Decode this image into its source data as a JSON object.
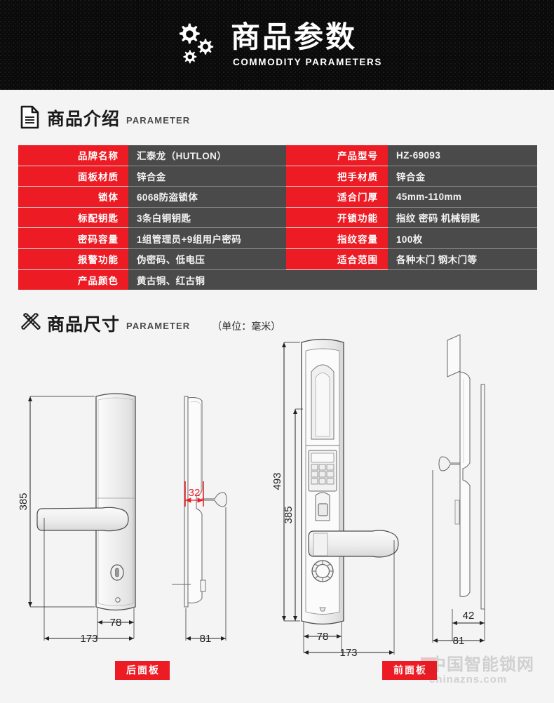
{
  "banner": {
    "title": "商品参数",
    "subtitle": "COMMODITY PARAMETERS",
    "icon": "gears-icon",
    "bg_color": "#0a0a0a",
    "text_color": "#ffffff"
  },
  "intro_section": {
    "icon": "document-icon",
    "title": "商品介绍",
    "subtitle": "PARAMETER"
  },
  "spec_table": {
    "label_color": "#ec1b24",
    "value_color": "#4a4a4a",
    "rows": [
      {
        "label_left": "品牌名称",
        "value_left": "汇泰龙（HUTLON）",
        "label_right": "产品型号",
        "value_right": "HZ-69093"
      },
      {
        "label_left": "面板材质",
        "value_left": "锌合金",
        "label_right": "把手材质",
        "value_right": "锌合金"
      },
      {
        "label_left": "锁体",
        "value_left": "6068防盗锁体",
        "label_right": "适合门厚",
        "value_right": "45mm-110mm"
      },
      {
        "label_left": "标配钥匙",
        "value_left": "3条白铜钥匙",
        "label_right": "开锁功能",
        "value_right": "指纹 密码 机械钥匙"
      },
      {
        "label_left": "密码容量",
        "value_left": "1组管理员+9组用户密码",
        "label_right": "指纹容量",
        "value_right": "100枚"
      },
      {
        "label_left": "报警功能",
        "value_left": "伪密码、低电压",
        "label_right": "适合范围",
        "value_right": "各种木门 钢木门等"
      },
      {
        "label_left": "产品颜色",
        "value_left": "黄古铜、红古铜",
        "label_right": "",
        "value_right": ""
      }
    ]
  },
  "size_section": {
    "icon": "ruler-pencil-icon",
    "title": "商品尺寸",
    "subtitle": "PARAMETER",
    "unit_note": "（单位：毫米）"
  },
  "dimensions": {
    "back_panel": {
      "height": "385",
      "panel_width": "78",
      "total_width": "173",
      "badge": "后面板"
    },
    "back_side_view": {
      "handle_depth": "32",
      "depth": "81",
      "highlight_color": "#ee1c25"
    },
    "front_panel": {
      "overall_height": "493",
      "body_height": "385",
      "panel_width": "78",
      "total_width": "173",
      "badge": "前面板"
    },
    "front_side_view": {
      "panel_depth": "42",
      "depth": "81"
    }
  },
  "watermark": {
    "cn": "中国智能锁网",
    "en": "chinazns.com"
  }
}
